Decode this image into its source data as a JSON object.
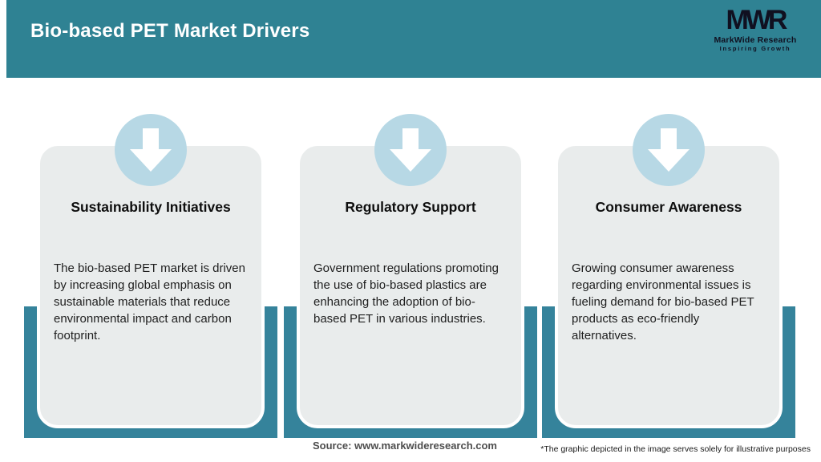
{
  "header": {
    "title": "Bio-based PET Market Drivers"
  },
  "logo": {
    "monogram": "MWR",
    "name": "MarkWide Research",
    "tagline": "Inspiring Growth"
  },
  "cards": [
    {
      "icon": "down-arrow-icon",
      "title": "Sustainability Initiatives",
      "description": "The bio-based PET market is driven by increasing global emphasis on sustainable materials that reduce environmental impact and carbon footprint."
    },
    {
      "icon": "down-arrow-icon",
      "title": "Regulatory Support",
      "description": "Government regulations promoting the use of bio-based plastics are enhancing the adoption of bio-based PET in various industries."
    },
    {
      "icon": "down-arrow-icon",
      "title": "Consumer Awareness",
      "description": "Growing consumer awareness regarding environmental issues is fueling demand for bio-based PET products as eco-friendly alternatives."
    }
  ],
  "footer": {
    "source": "Source: www.markwideresearch.com",
    "disclaimer": "*The graphic depicted in the image serves solely for illustrative purposes"
  },
  "colors": {
    "header_teal": "#2F8293",
    "frame_teal": "#35839B",
    "card_bg": "#E9ECEC",
    "circle_blue": "#B7D8E5",
    "arrow": "#FFFFFF",
    "logo_dark": "#101020",
    "source_text": "#4D4D4D"
  }
}
